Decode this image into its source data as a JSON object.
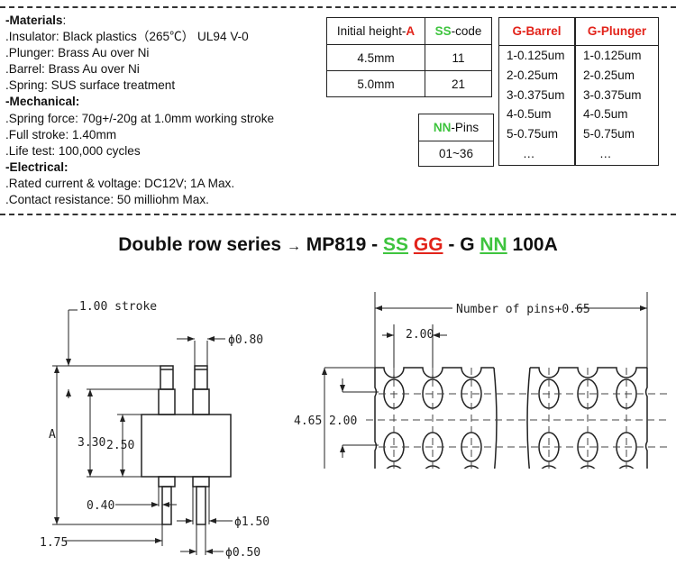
{
  "specs": {
    "materials_title": "-Materials",
    "materials_colon": ":",
    "insulator": ".Insulator: Black plastics（265℃） UL94 V-0",
    "plunger": ".Plunger: Brass Au over Ni",
    "barrel": ".Barrel: Brass Au over Ni",
    "spring": ".Spring: SUS surface treatment",
    "mechanical_title": "-Mechanical:",
    "spring_force": ".Spring force: 70g+/-20g at 1.0mm working stroke",
    "full_stroke": ".Full stroke: 1.40mm",
    "life_test": ".Life test: 100,000 cycles",
    "electrical_title": "-Electrical:",
    "rated": ".Rated current & voltage: DC12V; 1A Max.",
    "contact": ".Contact resistance: 50 milliohm Max."
  },
  "height_table": {
    "head_a_text": "Initial height-",
    "head_a_letter": "A",
    "head_ss_code": "SS",
    "head_ss_text": "-code",
    "rows": [
      {
        "height": "4.5mm",
        "code": "11"
      },
      {
        "height": "5.0mm",
        "code": "21"
      }
    ]
  },
  "pins_table": {
    "head_code": "NN",
    "head_text": "-Pins",
    "value": "01~36"
  },
  "barrel_table": {
    "title": "G-Barrel",
    "items": [
      "1-0.125um",
      "2-0.25um",
      "3-0.375um",
      "4-0.5um",
      "5-0.75um",
      "…"
    ]
  },
  "plunger_table": {
    "title": "G-Plunger",
    "items": [
      "1-0.125um",
      "2-0.25um",
      "3-0.375um",
      "4-0.5um",
      "5-0.75um",
      "…"
    ]
  },
  "series": {
    "prefix": "Double row series",
    "arrow": "→",
    "model": "MP819 - ",
    "ss": "SS",
    "gg": "GG",
    "mid": " - G ",
    "nn": "NN",
    "suffix": " 100A"
  },
  "colors": {
    "red": "#e2231a",
    "green": "#3ec43e"
  },
  "side_view": {
    "stroke_label": "1.00 stroke",
    "d080": "ϕ0.80",
    "a": "A",
    "d330": "3.30",
    "d250": "2.50",
    "d040": "0.40",
    "d150": "ϕ1.50",
    "d175": "1.75",
    "d050": "ϕ0.50"
  },
  "top_view": {
    "pins_width": "Number of pins+0.65",
    "pitch": "2.00",
    "height": "4.65",
    "row_pitch": "2.00"
  }
}
